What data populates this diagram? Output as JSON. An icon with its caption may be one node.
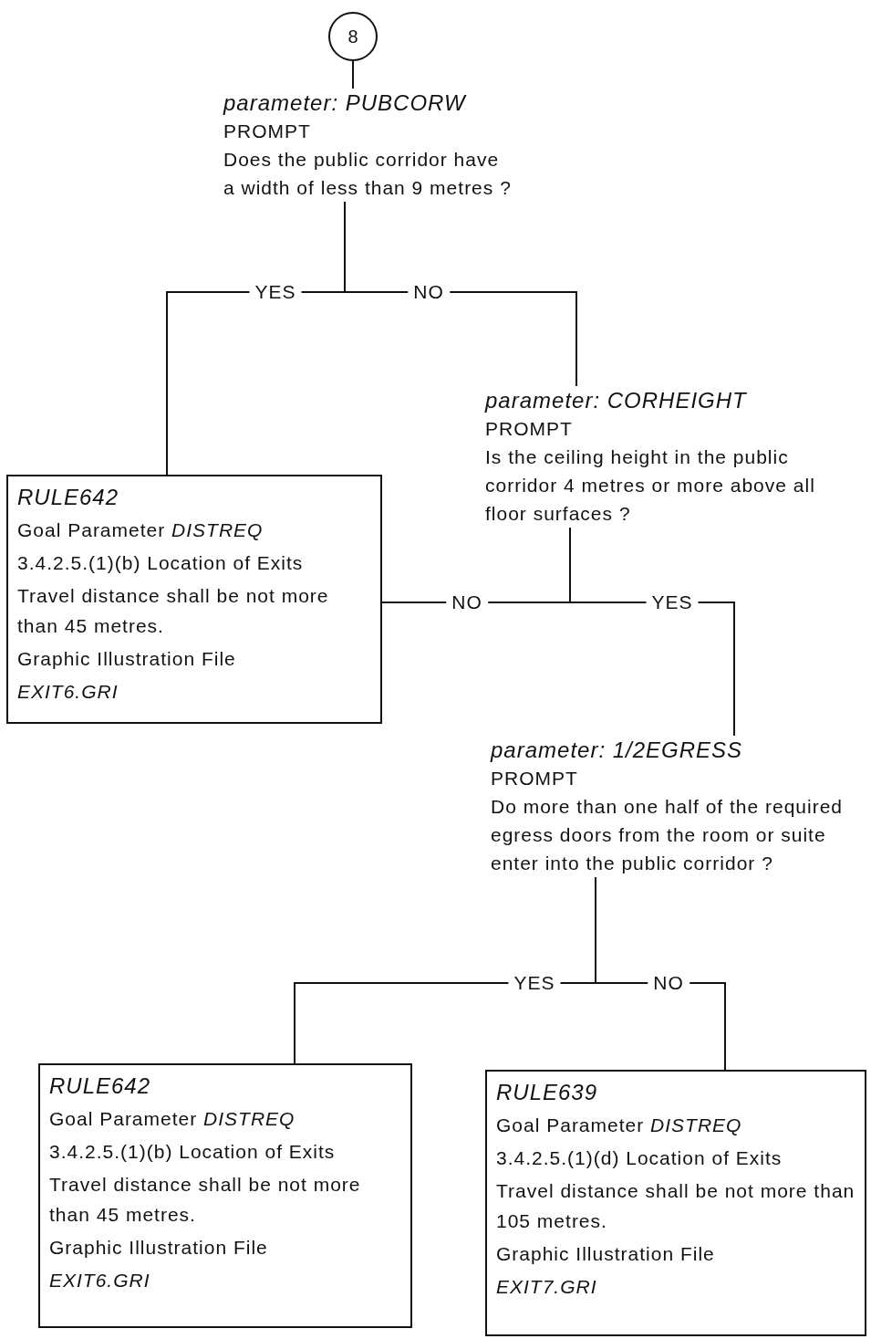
{
  "diagram": {
    "nodes": [
      {
        "text": [
          "8"
        ]
      },
      {
        "text": [
          "parameter: PUBCORW",
          "PROMPT",
          "Does the public corridor have a width of less than 9 metres ?"
        ]
      },
      {
        "text": [
          "RULE642",
          "Goal Parameter *DISTREQ*",
          "3.4.2.5.(1)(b) Location of Exits",
          "Travel distance shall be not more than 45 metres.",
          "Graphic Illustration File",
          "EXIT6.GRI"
        ]
      },
      {
        "text": [
          "parameter: CORHEIGHT",
          "PROMPT",
          "Is the ceiling height in the public corridor 4 metres or more above all floor surfaces ?"
        ]
      },
      {
        "text": [
          "parameter: 1/2EGRESS",
          "PROMPT",
          "Do more than one half of the required egress doors from the room or suite enter into the public corridor ?"
        ]
      },
      {
        "text": [
          "RULE642",
          "Goal Parameter *DISTREQ*",
          "3.4.2.5.(1)(b) Location of Exits",
          "Travel distance shall be not more than 45 metres.",
          "Graphic Illustration File",
          "EXIT6.GRI"
        ]
      },
      {
        "text": [
          "RULE639",
          "Goal Parameter *DISTREQ*",
          "3.4.2.5.(1)(d) Location of Exits",
          "Travel distance shall be not more than 105 metres.",
          "Graphic Illustration File",
          "EXIT7.GRI"
        ]
      }
    ],
    "edges": [
      {
        "from": 0,
        "to": 1,
        "arrow": "none"
      },
      {
        "from": 1,
        "to": 2,
        "arrow": "none",
        "label": "YES"
      },
      {
        "from": 1,
        "to": 3,
        "arrow": "none",
        "label": "NO"
      },
      {
        "from": 3,
        "to": 2,
        "arrow": "none",
        "label": "NO"
      },
      {
        "from": 3,
        "to": 4,
        "arrow": "none",
        "label": "YES"
      },
      {
        "from": 4,
        "to": 5,
        "arrow": "none",
        "label": "YES"
      },
      {
        "from": 4,
        "to": 6,
        "arrow": "none",
        "label": "NO"
      }
    ]
  }
}
